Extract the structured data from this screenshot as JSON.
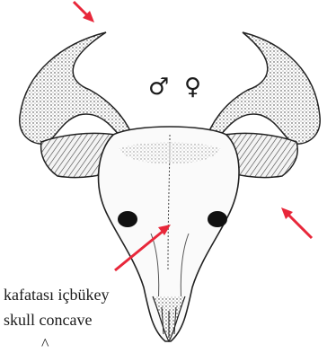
{
  "symbols": {
    "male": "♂",
    "female": "♀"
  },
  "caption": {
    "turkish": "kafatası içbükey",
    "english": "skull concave",
    "tail": "^"
  },
  "colors": {
    "arrow": "#e8273a",
    "ink": "#1a1a1a"
  },
  "icons": [
    "bison-skull-illustration",
    "arrow-top-left",
    "arrow-right-horn",
    "arrow-skull-center"
  ]
}
